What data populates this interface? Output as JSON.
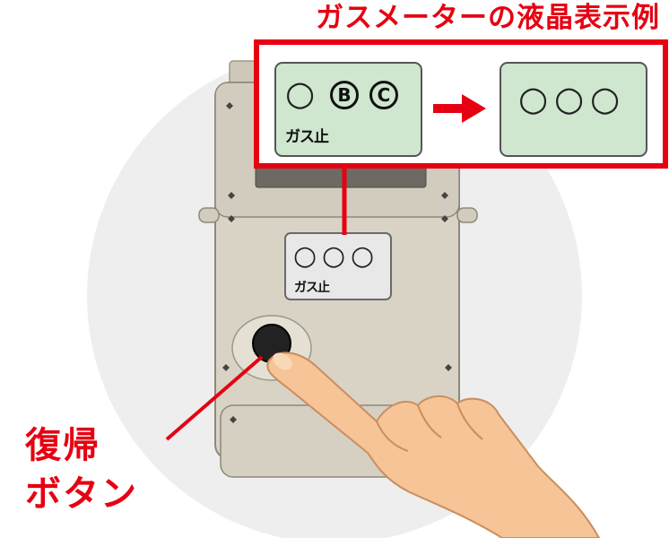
{
  "title": "ガスメーターの液晶表示例",
  "display_before": {
    "symbols": [
      "○",
      "B",
      "C"
    ],
    "text": "ガス止"
  },
  "display_after": {
    "symbols": [
      "○",
      "○",
      "○"
    ]
  },
  "meter_display": {
    "symbols": [
      "○",
      "○",
      "○"
    ],
    "text": "ガス止"
  },
  "reset_button_label": {
    "line1": "復帰",
    "line2": "ボタン"
  },
  "colors": {
    "accent": "#e60012",
    "lcd": "#cfe6cf",
    "meter_body": "#d8d2c4",
    "background_circle": "#efefef",
    "hand": "#f5c090"
  }
}
